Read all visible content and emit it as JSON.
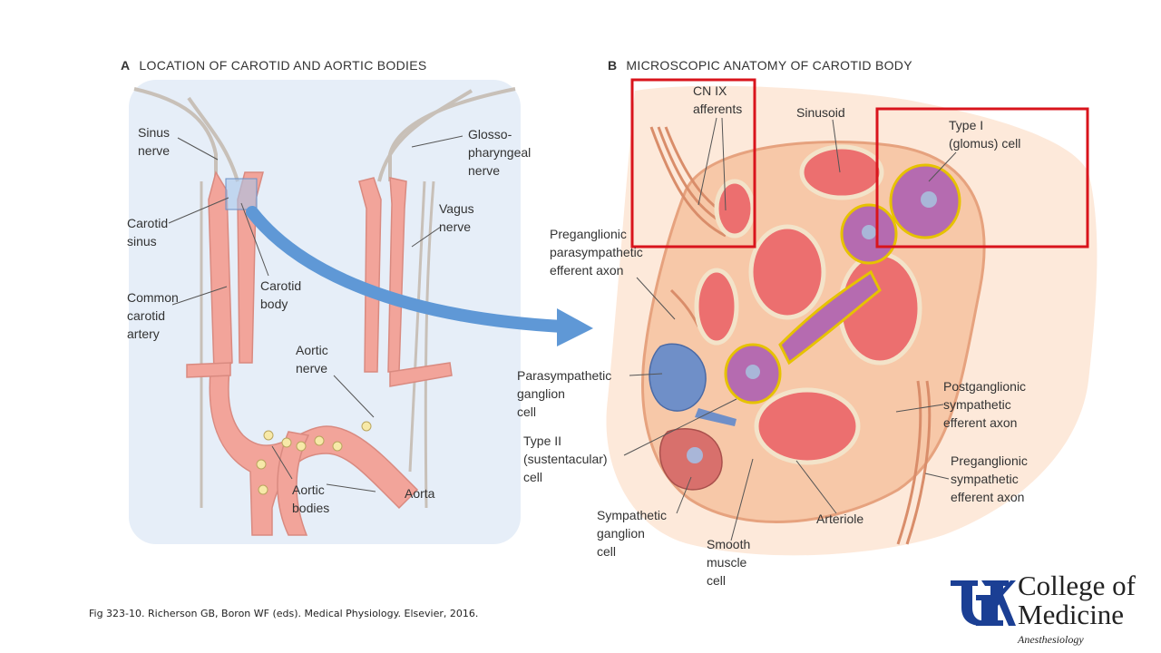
{
  "panel_a": {
    "letter": "A",
    "title": "LOCATION OF CAROTID AND AORTIC BODIES",
    "labels": {
      "sinus_nerve": "Sinus\nnerve",
      "glossopharyngeal_nerve": "Glosso-\npharyngeal\nnerve",
      "vagus_nerve": "Vagus\nnerve",
      "carotid_sinus": "Carotid\nsinus",
      "carotid_body": "Carotid\nbody",
      "common_carotid_artery": "Common\ncarotid\nartery",
      "aortic_nerve": "Aortic\nnerve",
      "aortic_bodies": "Aortic\nbodies",
      "aorta": "Aorta"
    }
  },
  "panel_b": {
    "letter": "B",
    "title": "MICROSCOPIC ANATOMY OF CAROTID BODY",
    "labels": {
      "cn_ix_afferents": "CN IX\nafferents",
      "sinusoid": "Sinusoid",
      "type_i_cell": "Type I\n(glomus) cell",
      "preganglionic_parasympathetic": "Preganglionic\nparasympathetic\nefferent axon",
      "parasympathetic_ganglion_cell": "Parasympathetic\nganglion\ncell",
      "type_ii_cell": "Type II\n(sustentacular)\ncell",
      "sympathetic_ganglion_cell": "Sympathetic\nganglion\ncell",
      "smooth_muscle_cell": "Smooth\nmuscle\ncell",
      "arteriole": "Arteriole",
      "postganglionic_sympathetic": "Postganglionic\nsympathetic\nefferent axon",
      "preganglionic_sympathetic": "Preganglionic\nsympathetic\nefferent axon"
    }
  },
  "caption": "Fig 323-10.  Richerson GB, Boron WF (eds).  Medical Physiology. Elsevier, 2016.",
  "logo": {
    "line1": "College of",
    "line2": "Medicine",
    "line3": "Anesthesiology",
    "color": "#1b3f94"
  },
  "colors": {
    "highlight": "#d9141c",
    "vessel": "#f2a49a",
    "glomus": "#b56bb0",
    "background_a": "#e6eef8",
    "background_b": "#fde9da"
  }
}
